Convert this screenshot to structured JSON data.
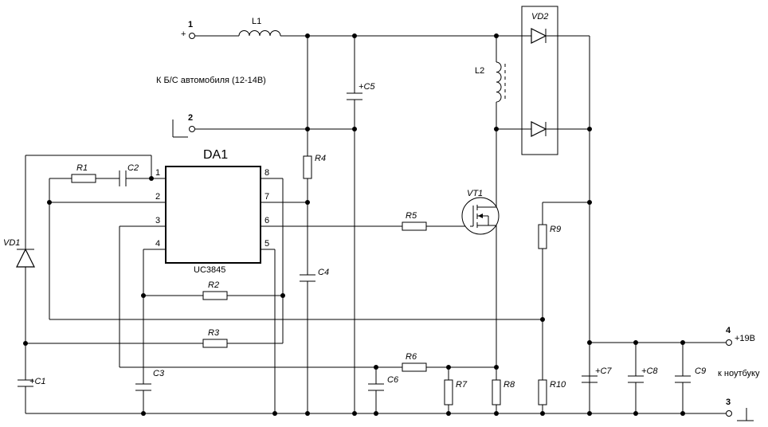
{
  "chip": {
    "name": "DA1",
    "part": "UC3845",
    "pins_left": [
      "1",
      "2",
      "3",
      "4"
    ],
    "pins_right": [
      "8",
      "7",
      "6",
      "5"
    ]
  },
  "terminals": {
    "t1": "1",
    "t2": "2",
    "t3": "3",
    "t4": "4",
    "plus": "+",
    "out_voltage": "+19В"
  },
  "notes": {
    "input": "К Б/С автомобиля (12-14В)",
    "output": "к ноутбуку"
  },
  "components": {
    "L1": "L1",
    "L2": "L2",
    "VD1": "VD1",
    "VD2": "VD2",
    "VT1": "VT1",
    "R1": "R1",
    "R2": "R2",
    "R3": "R3",
    "R4": "R4",
    "R5": "R5",
    "R6": "R6",
    "R7": "R7",
    "R8": "R8",
    "R9": "R9",
    "R10": "R10",
    "C1": "C1",
    "C2": "C2",
    "C3": "C3",
    "C4": "C4",
    "C5": "C5",
    "C6": "C6",
    "C7": "C7",
    "C8": "C8",
    "C9": "C9"
  }
}
